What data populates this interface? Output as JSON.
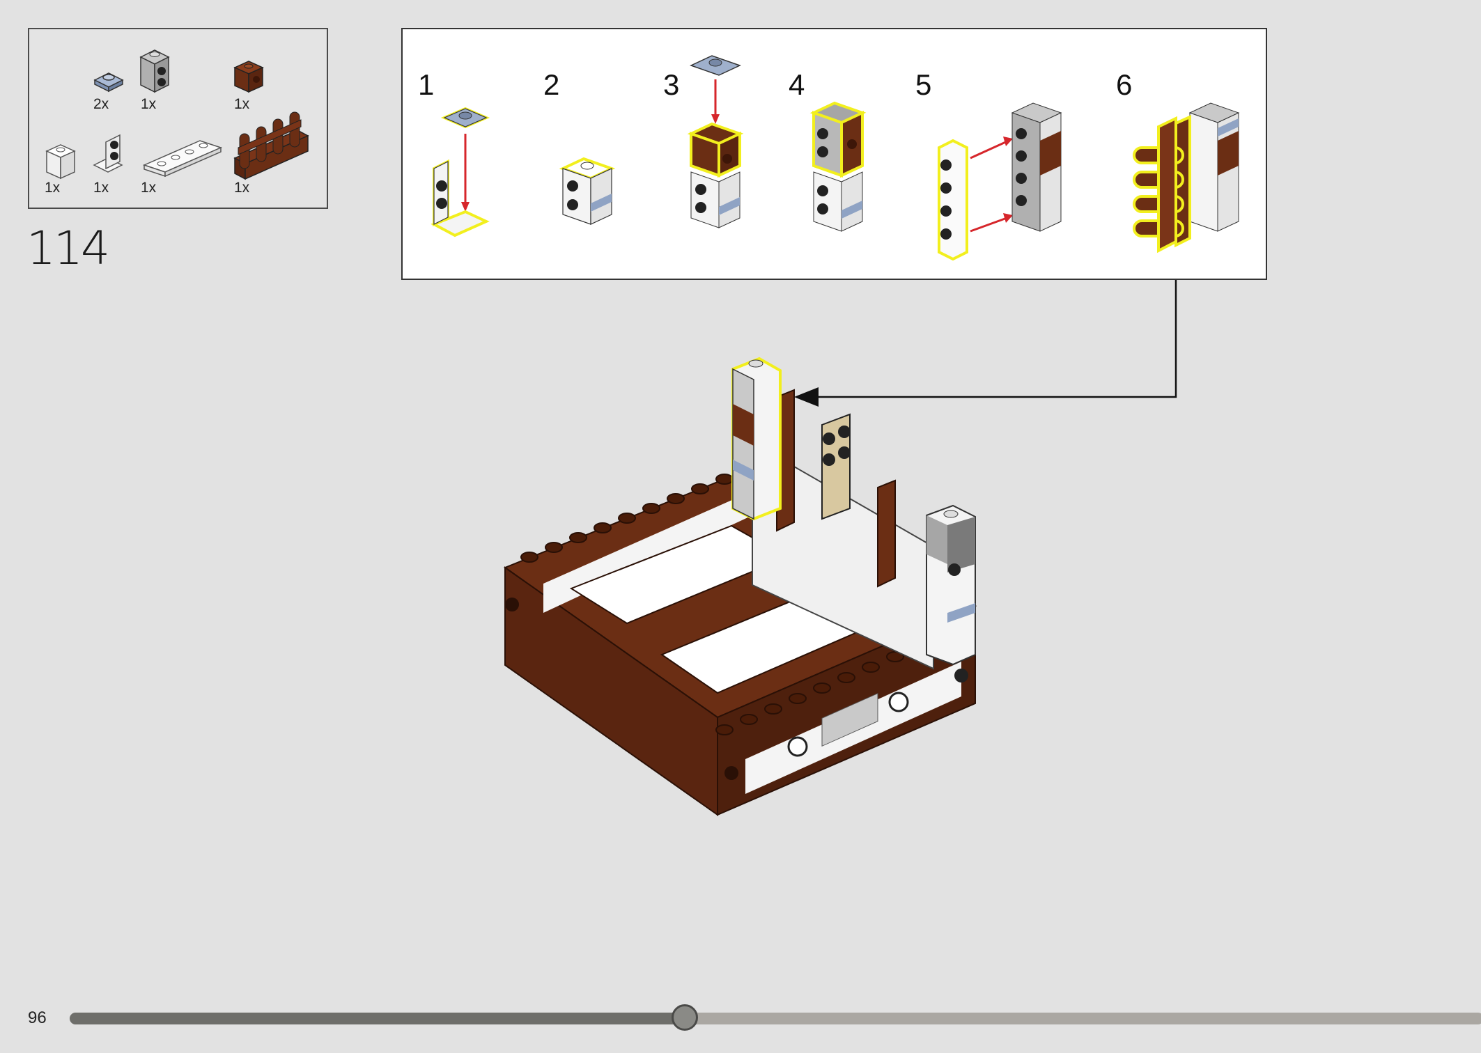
{
  "parts_list": {
    "items": [
      {
        "name": "plate-1x1-sand-blue",
        "qty": "2x",
        "color": "#8fa3c4"
      },
      {
        "name": "bracket-1x1-1x2-grey",
        "qty": "1x",
        "color": "#a6a6a6"
      },
      {
        "name": "brick-1x1-studs-brown",
        "qty": "1x",
        "color": "#6b2e14"
      },
      {
        "name": "brick-1x1-white",
        "qty": "1x",
        "color": "#f4f4f4"
      },
      {
        "name": "bracket-1x1-1x2-white",
        "qty": "1x",
        "color": "#f4f4f4"
      },
      {
        "name": "plate-1x4-white",
        "qty": "1x",
        "color": "#f4f4f4"
      },
      {
        "name": "fence-1x4x2-brown",
        "qty": "1x",
        "color": "#6b2e14"
      }
    ]
  },
  "step": {
    "number": "114"
  },
  "substeps": {
    "labels": [
      "1",
      "2",
      "3",
      "4",
      "5",
      "6"
    ]
  },
  "footer": {
    "page_number": "96",
    "progress": 0.435
  },
  "colors": {
    "brown": "#6b2e14",
    "white": "#f4f4f4",
    "grey": "#a6a6a6",
    "sand_blue": "#8fa3c4",
    "highlight": "#f2ef1e",
    "arrow_red": "#d6262b",
    "tan": "#d8c8a0"
  }
}
